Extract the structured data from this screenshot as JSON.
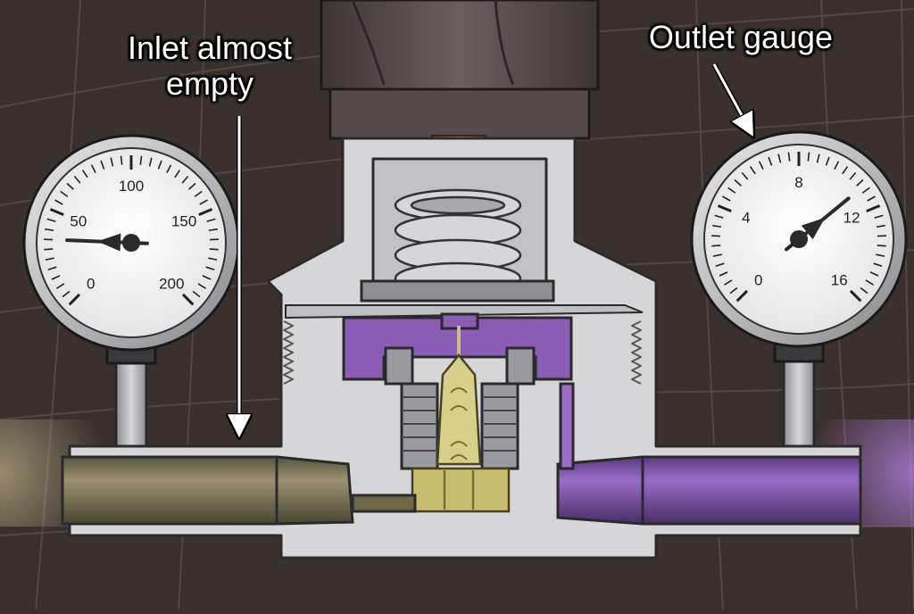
{
  "labels": {
    "inlet_line1": "Inlet almost",
    "inlet_line2": "empty",
    "outlet": "Outlet gauge"
  },
  "inlet_gauge": {
    "ticks": [
      "0",
      "50",
      "100",
      "150",
      "200"
    ],
    "needle_value": 35,
    "scale_max": 200
  },
  "outlet_gauge": {
    "ticks": [
      "0",
      "4",
      "8",
      "12",
      "16"
    ],
    "needle_value": 11,
    "scale_max": 16
  },
  "colors": {
    "background": "#3a302e",
    "grid_lines": "#584a47",
    "body_metal": "#d9d9db",
    "outline": "#2a2a2a",
    "inlet_pipe": "#7a7253",
    "outlet_pipe": "#7a4fa6",
    "diaphragm": "#8a5cb5",
    "valve_brass": "#d8cf8a",
    "spring": "#cfcfd4",
    "pin_copper": "#c68a5f",
    "cylinder": "#5a4f51"
  }
}
